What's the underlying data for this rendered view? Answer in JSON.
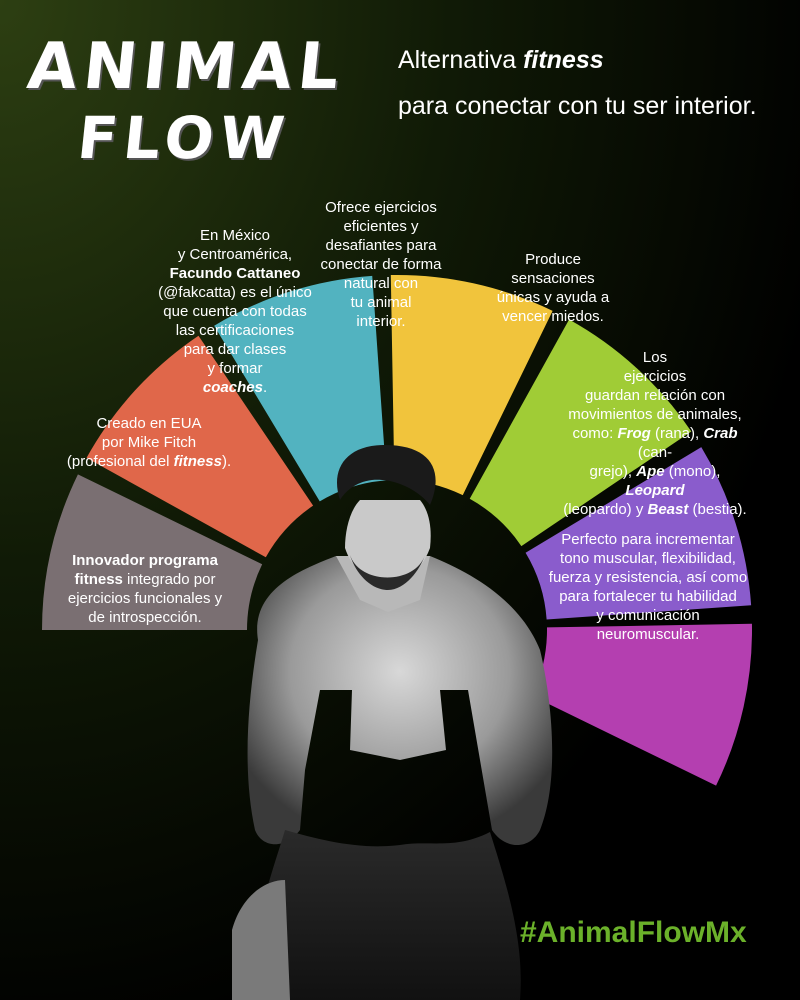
{
  "logo": {
    "line1": "ANIMAL",
    "line2": "FLOW"
  },
  "tagline": {
    "line1_prefix": "Alternativa ",
    "line1_emphasis": "fitness",
    "line2": "para conectar con tu ser interior."
  },
  "hashtag": "#AnimalFlowMx",
  "colors": {
    "background": "#000000",
    "hashtag": "#6bb12a",
    "segment_taupe": "#7a6f72",
    "segment_orange": "#e0674a",
    "segment_teal": "#52b3c0",
    "segment_yellow": "#f1c43c",
    "segment_green": "#a0cc36",
    "segment_purple": "#8a5ccc",
    "segment_magenta": "#b43fb0"
  },
  "segments": [
    {
      "id": "taupe",
      "color": "#7a6f72",
      "text_color": "#ffffff",
      "lines": [
        [
          {
            "t": "Innovador programa",
            "s": "b"
          }
        ],
        [
          {
            "t": "fitness",
            "s": "b"
          },
          {
            "t": " integrado por",
            "s": ""
          }
        ],
        [
          {
            "t": "ejercicios funcionales y",
            "s": ""
          }
        ],
        [
          {
            "t": "de introspección.",
            "s": ""
          }
        ]
      ]
    },
    {
      "id": "orange",
      "color": "#e0674a",
      "text_color": "#ffffff",
      "lines": [
        [
          {
            "t": "Creado en EUA",
            "s": ""
          }
        ],
        [
          {
            "t": "por Mike Fitch",
            "s": ""
          }
        ],
        [
          {
            "t": "(profesional del ",
            "s": ""
          },
          {
            "t": "fitness",
            "s": "bi"
          },
          {
            "t": ").",
            "s": ""
          }
        ]
      ]
    },
    {
      "id": "teal",
      "color": "#52b3c0",
      "text_color": "#ffffff",
      "lines": [
        [
          {
            "t": "En México",
            "s": ""
          }
        ],
        [
          {
            "t": "y Centroamérica,",
            "s": ""
          }
        ],
        [
          {
            "t": "Facundo Cattaneo",
            "s": "b"
          }
        ],
        [
          {
            "t": "(@fakcatta) es el único",
            "s": ""
          }
        ],
        [
          {
            "t": "que cuenta con todas",
            "s": ""
          }
        ],
        [
          {
            "t": "las certificaciones",
            "s": ""
          }
        ],
        [
          {
            "t": "para dar clases",
            "s": ""
          }
        ],
        [
          {
            "t": "y formar",
            "s": ""
          }
        ],
        [
          {
            "t": "coaches",
            "s": "bi"
          },
          {
            "t": ".",
            "s": ""
          }
        ]
      ]
    },
    {
      "id": "yellow",
      "color": "#f1c43c",
      "text_color": "#ffffff",
      "lines": [
        [
          {
            "t": "Ofrece  ejercicios",
            "s": ""
          }
        ],
        [
          {
            "t": "eficientes y",
            "s": ""
          }
        ],
        [
          {
            "t": "desafiantes para",
            "s": ""
          }
        ],
        [
          {
            "t": "conectar de forma",
            "s": ""
          }
        ],
        [
          {
            "t": "natural con",
            "s": ""
          }
        ],
        [
          {
            "t": "tu animal",
            "s": ""
          }
        ],
        [
          {
            "t": "interior.",
            "s": ""
          }
        ]
      ]
    },
    {
      "id": "green",
      "color": "#a0cc36",
      "text_color": "#ffffff",
      "lines": [
        [
          {
            "t": "Produce",
            "s": ""
          }
        ],
        [
          {
            "t": "sensaciones",
            "s": ""
          }
        ],
        [
          {
            "t": "únicas y ayuda a",
            "s": ""
          }
        ],
        [
          {
            "t": "vencer miedos.",
            "s": ""
          }
        ]
      ]
    },
    {
      "id": "purple",
      "color": "#8a5ccc",
      "text_color": "#ffffff",
      "lines": [
        [
          {
            "t": "Los",
            "s": ""
          }
        ],
        [
          {
            "t": "ejercicios",
            "s": ""
          }
        ],
        [
          {
            "t": "guardan relación con",
            "s": ""
          }
        ],
        [
          {
            "t": "movimientos de animales,",
            "s": ""
          }
        ],
        [
          {
            "t": "como: ",
            "s": ""
          },
          {
            "t": "Frog",
            "s": "bi"
          },
          {
            "t": " (rana), ",
            "s": ""
          },
          {
            "t": "Crab",
            "s": "bi"
          },
          {
            "t": " (can-",
            "s": ""
          }
        ],
        [
          {
            "t": "grejo), ",
            "s": ""
          },
          {
            "t": "Ape",
            "s": "bi"
          },
          {
            "t": " (mono), ",
            "s": ""
          },
          {
            "t": "Leopard",
            "s": "bi"
          }
        ],
        [
          {
            "t": "(leopardo) y ",
            "s": ""
          },
          {
            "t": "Beast",
            "s": "bi"
          },
          {
            "t": " (bestia).",
            "s": ""
          }
        ]
      ]
    },
    {
      "id": "magenta",
      "color": "#b43fb0",
      "text_color": "#ffffff",
      "lines": [
        [
          {
            "t": "Perfecto para incrementar",
            "s": ""
          }
        ],
        [
          {
            "t": "tono muscular, flexibilidad,",
            "s": ""
          }
        ],
        [
          {
            "t": "fuerza y resistencia, así como",
            "s": ""
          }
        ],
        [
          {
            "t": "para fortalecer tu habilidad",
            "s": ""
          }
        ],
        [
          {
            "t": "y comunicación",
            "s": ""
          }
        ],
        [
          {
            "t": "neuromuscular.",
            "s": ""
          }
        ]
      ]
    }
  ]
}
